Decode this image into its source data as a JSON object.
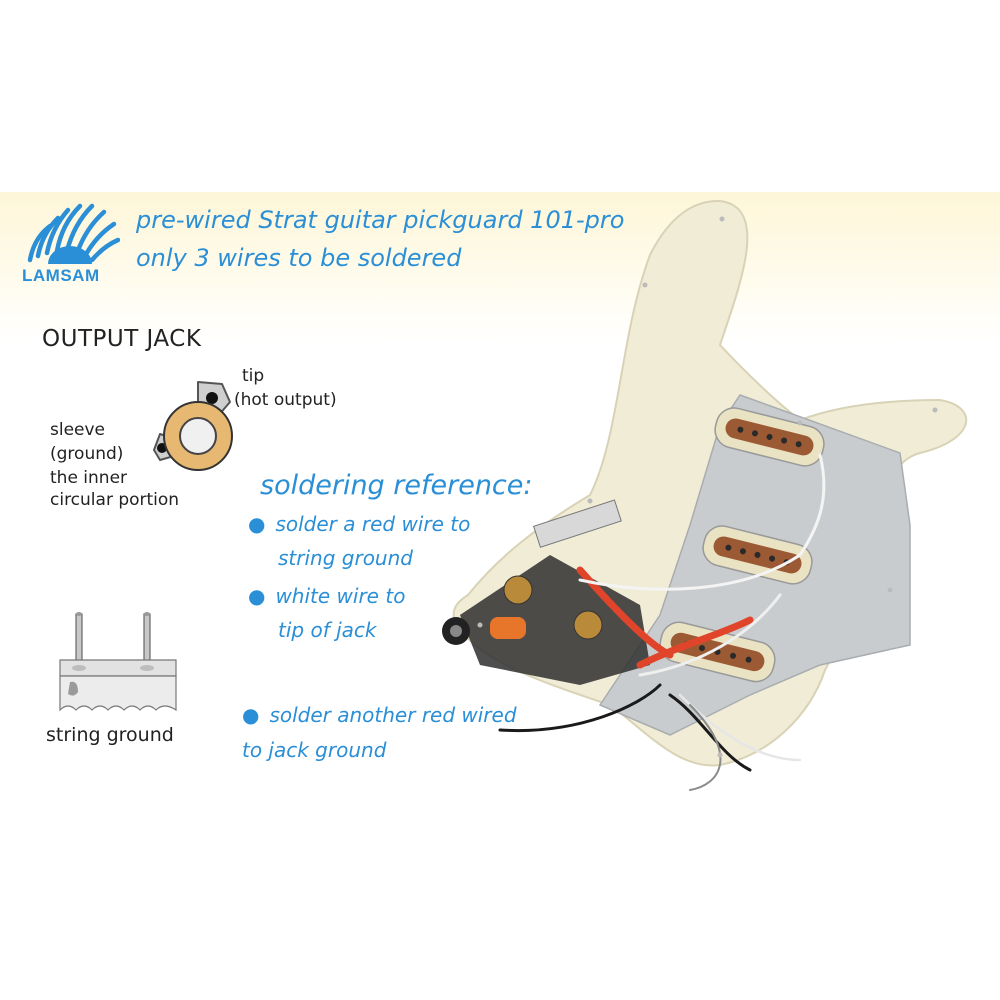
{
  "header": {
    "brand": "LAMSAM",
    "headline_line1": "pre-wired Strat guitar pickguard 101-pro",
    "headline_line2": "only 3 wires to be soldered"
  },
  "output_jack": {
    "title": "OUTPUT JACK",
    "tip_line1": "tip",
    "tip_line2": "(hot output)",
    "sleeve_line1": "sleeve",
    "sleeve_line2": "(ground)",
    "sleeve_line3": "the inner",
    "sleeve_line4": "circular portion"
  },
  "string_ground": {
    "label": "string ground"
  },
  "soldering_reference": {
    "title": "soldering reference:",
    "bullet": "●",
    "step1_line1": "solder a red wire to",
    "step1_line2": "string ground",
    "step2_line1": "white wire to",
    "step2_line2": "tip of jack",
    "step3_line1": "solder another red wired",
    "step3_line2": "to jack ground"
  },
  "colors": {
    "accent_blue": "#2a8fd6",
    "banner_cream": "#fdf6d8",
    "pickguard": "#f1ecd6",
    "shield": "#c9ccce",
    "wire_red": "#e0452b",
    "wire_white": "#f4f4f4",
    "wire_black": "#1a1a1a"
  },
  "icons": {
    "logo": "sunrise-logo-icon",
    "jack": "output-jack-icon",
    "ground": "string-ground-icon"
  }
}
